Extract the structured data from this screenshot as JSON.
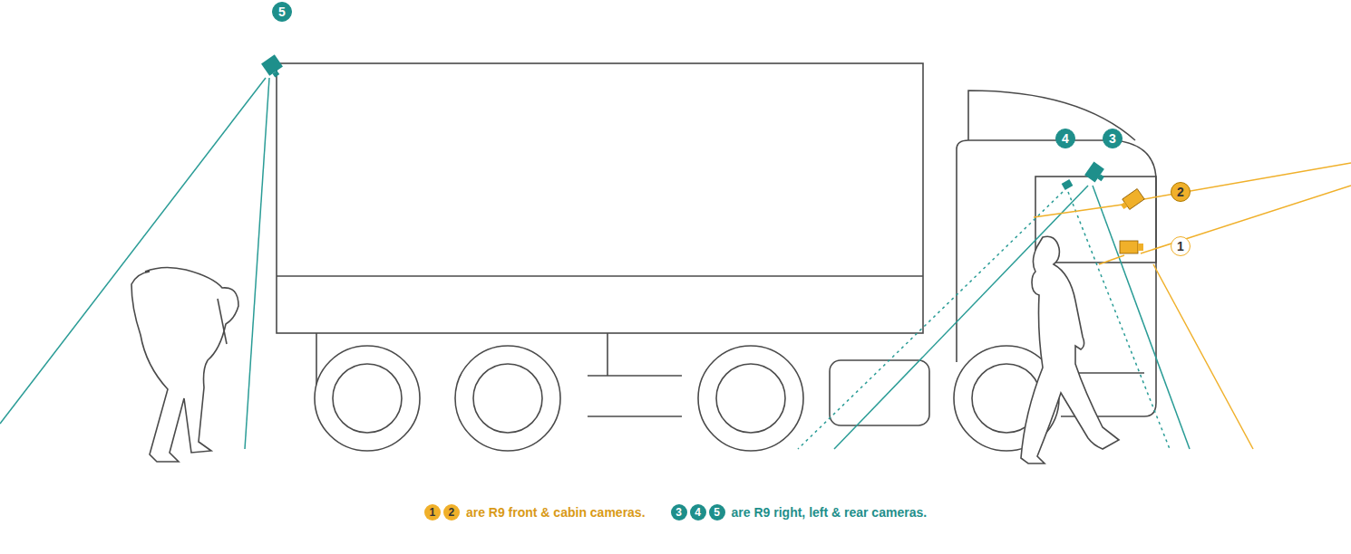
{
  "diagram": {
    "labels": [
      "5",
      "4",
      "3",
      "2",
      "1",
      "1",
      "2",
      "3",
      "4",
      "5"
    ],
    "legend": [
      {
        "text": "are R9 front & cabin cameras.",
        "color": "#f0b02a"
      },
      {
        "text": "are R9 right, left & rear cameras.",
        "color": "#1e8f8b"
      }
    ]
  }
}
